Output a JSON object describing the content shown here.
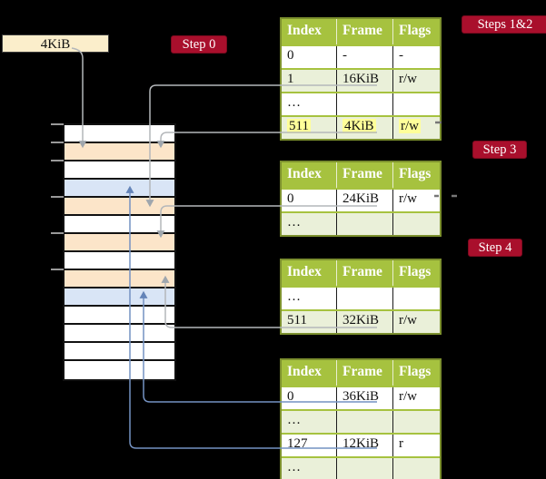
{
  "memory_label": {
    "text": "4KiB"
  },
  "badges": [
    {
      "label": "Step 0"
    },
    {
      "label": "Steps 1&2"
    },
    {
      "label": "Step 3"
    },
    {
      "label": "Step 4"
    }
  ],
  "memory": {
    "description_rows": [
      {
        "fill": "white"
      },
      {
        "fill": "orange"
      },
      {
        "fill": "white"
      },
      {
        "fill": "blue"
      },
      {
        "fill": "orange"
      },
      {
        "fill": "white"
      },
      {
        "fill": "orange"
      },
      {
        "fill": "white"
      },
      {
        "fill": "orange"
      },
      {
        "fill": "blue"
      },
      {
        "fill": "white"
      },
      {
        "fill": "white"
      },
      {
        "fill": "white"
      },
      {
        "fill": "white"
      }
    ]
  },
  "tables": [
    {
      "headers": [
        "Index",
        "Frame",
        "Flags"
      ],
      "rows": [
        {
          "cells": [
            "0",
            "-",
            "-"
          ],
          "shade": false,
          "highlight": false
        },
        {
          "cells": [
            "1",
            "16KiB",
            "r/w"
          ],
          "shade": true,
          "highlight": false
        },
        {
          "cells": [
            "…",
            "",
            ""
          ],
          "shade": false,
          "highlight": false
        },
        {
          "cells": [
            "511",
            "4KiB",
            "r/w"
          ],
          "shade": true,
          "highlight": true
        }
      ]
    },
    {
      "headers": [
        "Index",
        "Frame",
        "Flags"
      ],
      "rows": [
        {
          "cells": [
            "0",
            "24KiB",
            "r/w"
          ],
          "shade": false,
          "highlight": false
        },
        {
          "cells": [
            "…",
            "",
            ""
          ],
          "shade": true,
          "highlight": false
        }
      ]
    },
    {
      "headers": [
        "Index",
        "Frame",
        "Flags"
      ],
      "rows": [
        {
          "cells": [
            "…",
            "",
            ""
          ],
          "shade": false,
          "highlight": false
        },
        {
          "cells": [
            "511",
            "32KiB",
            "r/w"
          ],
          "shade": true,
          "highlight": false
        }
      ]
    },
    {
      "headers": [
        "Index",
        "Frame",
        "Flags"
      ],
      "rows": [
        {
          "cells": [
            "0",
            "36KiB",
            "r/w"
          ],
          "shade": false,
          "highlight": false
        },
        {
          "cells": [
            "…",
            "",
            ""
          ],
          "shade": true,
          "highlight": false
        },
        {
          "cells": [
            "127",
            "12KiB",
            "r"
          ],
          "shade": false,
          "highlight": false
        },
        {
          "cells": [
            "…",
            "",
            ""
          ],
          "shade": true,
          "highlight": false
        }
      ]
    }
  ],
  "arrows": [
    {
      "from": "label-4KiB",
      "to": "memory-frame-4KiB",
      "color": "gray"
    },
    {
      "from": "table1-row-1",
      "to": "memory-frame-16KiB",
      "color": "gray"
    },
    {
      "from": "table1-row-511",
      "to": "memory-frame-4KiB",
      "color": "gray"
    },
    {
      "from": "table2-row-0",
      "to": "memory-frame-24KiB",
      "color": "gray"
    },
    {
      "from": "table3-row-511",
      "to": "memory-frame-32KiB",
      "color": "gray"
    },
    {
      "from": "table4-row-0",
      "to": "memory-frame-36KiB",
      "color": "blue"
    },
    {
      "from": "table4-row-127",
      "to": "memory-frame-12KiB",
      "color": "blue"
    }
  ],
  "colors": {
    "table_header_green": "#a6c23f",
    "table_row_green": "#eaf0d9",
    "table_border_olive": "#7c902e",
    "frame_row_orange": "#fce5c9",
    "page_row_blue": "#d9e5f6",
    "badge_red": "#a90f2c",
    "label_cream": "#fbeecb",
    "arrow_gray": "#b4b7ba",
    "arrow_blue": "#7492c2",
    "cell_highlight_yellow": "#ffff99"
  }
}
